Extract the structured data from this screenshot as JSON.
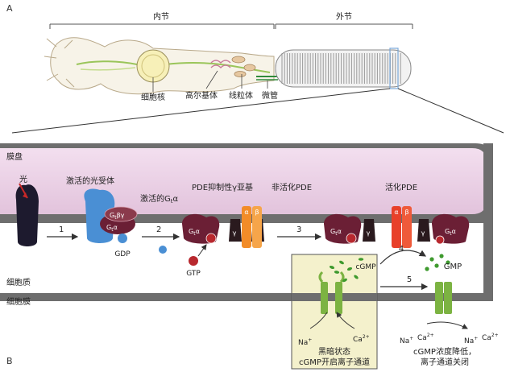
{
  "panel_a": {
    "letter": "A",
    "inner_segment": "内节",
    "outer_segment": "外节",
    "nucleus": "细胞核",
    "golgi": "高尔基体",
    "mitochondria": "线粒体",
    "microtubule": "微管"
  },
  "panel_b": {
    "letter": "B",
    "disk": "膜盘",
    "cytoplasm": "细胞质",
    "membrane": "细胞膜",
    "light": "光",
    "activated_receptor": "激活的光受体",
    "gdp": "GDP",
    "gtp": "GTP",
    "activated_gt_alpha": "激活的G",
    "gt_sub": "t",
    "alpha": "α",
    "gbg": "βγ",
    "g": "G",
    "pde_inhibitor": "PDE抑制性γ亚基",
    "inactive_pde": "非活化PDE",
    "active_pde": "活化PDE",
    "gamma": "γ",
    "a_label": "α",
    "b_label": "β",
    "cgmp": "cGMP",
    "gmp": "GMP",
    "steps": [
      "1",
      "2",
      "3",
      "4",
      "5"
    ],
    "na": "Na",
    "ca": "Ca",
    "plus": "+",
    "two_plus": "2+",
    "dark_state_line1": "黑暗状态",
    "dark_state_line2": "cGMP开启离子通道",
    "closed_line1": "cGMP浓度降低，",
    "closed_line2": "离子通道关闭"
  },
  "colors": {
    "disk_fill": "#ead0e4",
    "membrane": "#6e6e6e",
    "receptor": "#4a8fd4",
    "g_protein": "#6b1f35",
    "gdp": "#4a8fd4",
    "gtp": "#b8282e",
    "pde_inactive": "#f28c28",
    "pde_active": "#e8402a",
    "cgmp": "#3e9a2e",
    "channel": "#7cb342",
    "dark_box": "#f4f1cc"
  }
}
